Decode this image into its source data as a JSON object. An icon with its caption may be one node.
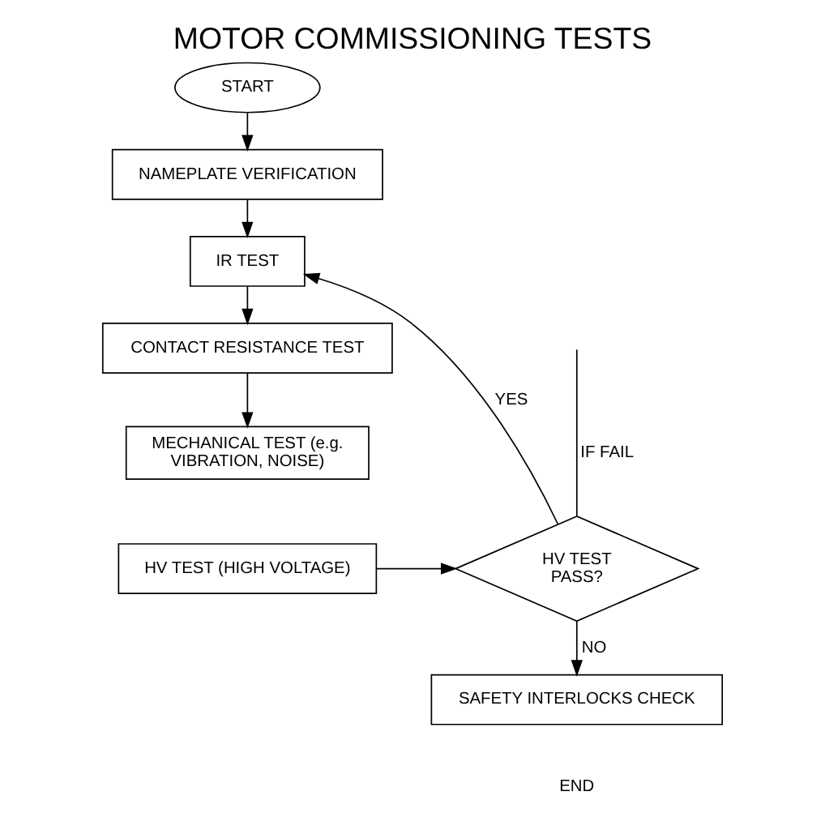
{
  "diagram": {
    "title": "MOTOR COMMISSIONING TESTS",
    "nodes": [
      {
        "text": [
          "START"
        ]
      },
      {
        "text": [
          "NAMEPLATE VERIFICATION"
        ]
      },
      {
        "text": [
          "IR TEST"
        ]
      },
      {
        "text": [
          "CONTACT RESISTANCE TEST"
        ]
      },
      {
        "text": [
          "MECHANICAL TEST (e.g. VIBRATION, NOISE)"
        ]
      },
      {
        "text": [
          "HV TEST (HIGH VOLTAGE)"
        ]
      },
      {
        "text": [
          "HV TEST PASS?"
        ]
      },
      {
        "text": [
          "SAFETY INTERLOCKS CHECK"
        ]
      }
    ],
    "edges": [
      {
        "from": 0,
        "to": 1,
        "arrow": "to"
      },
      {
        "from": 1,
        "to": 2,
        "arrow": "to"
      },
      {
        "from": 2,
        "to": 3,
        "arrow": "to"
      },
      {
        "from": 3,
        "to": 4,
        "arrow": "to"
      },
      {
        "from": 5,
        "to": 6,
        "arrow": "to"
      },
      {
        "from": 6,
        "to": 2,
        "arrow": "to",
        "label": "YES"
      },
      {
        "from": 6,
        "to": null,
        "arrow": "none",
        "label": "IF FAIL"
      },
      {
        "from": 6,
        "to": 7,
        "arrow": "to",
        "label": "NO"
      }
    ],
    "labels": [
      "END"
    ]
  }
}
